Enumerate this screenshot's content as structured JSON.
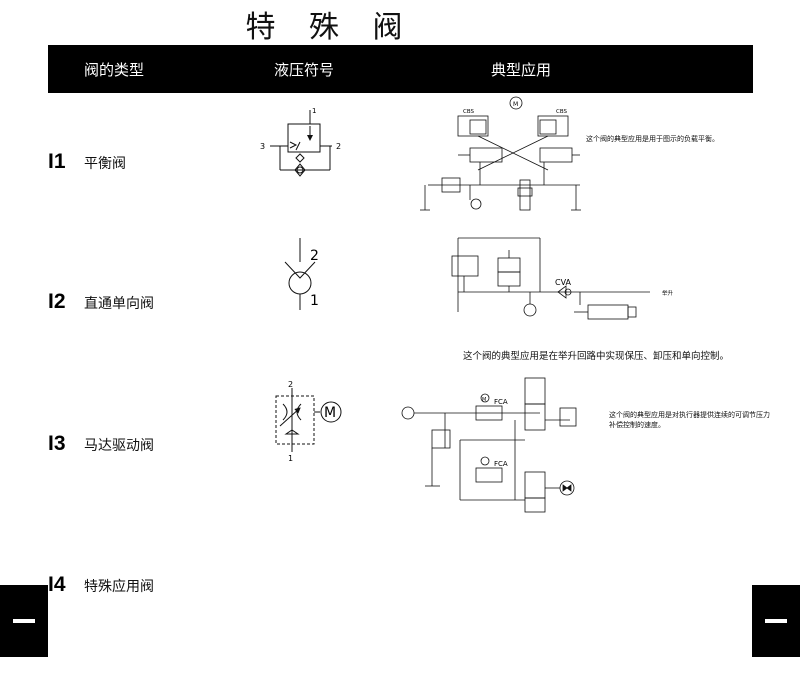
{
  "title": "特 殊 阀",
  "header": {
    "col_type": "阀的类型",
    "col_symbol": "液压符号",
    "col_application": "典型应用"
  },
  "rows": [
    {
      "num": "I1",
      "name": "平衡阀",
      "note": "这个阀的典型应用是用于图示的负载平衡。"
    },
    {
      "num": "I2",
      "name": "直通单向阀",
      "note": "这个阀的典型应用是在举升回路中实现保压、卸压和单向控制。"
    },
    {
      "num": "I3",
      "name": "马达驱动阀",
      "note": "这个阀的典型应用是对执行器提供连续的可调节压力补偿控制的速度。"
    },
    {
      "num": "I4",
      "name": "特殊应用阀",
      "note": ""
    }
  ],
  "symbol_labels": {
    "port1": "1",
    "port2": "2",
    "port3": "3",
    "motor": "M"
  },
  "diagram_labels": {
    "cbs_left": "CBS",
    "cbs_right": "CBS",
    "motor": "M",
    "cva": "CVA",
    "lift": "举升",
    "fca_top": "FCA",
    "fca_bottom": "FCA",
    "motor_small": "M"
  },
  "colors": {
    "header_bg": "#000000",
    "header_text": "#ffffff",
    "line": "#111111"
  }
}
